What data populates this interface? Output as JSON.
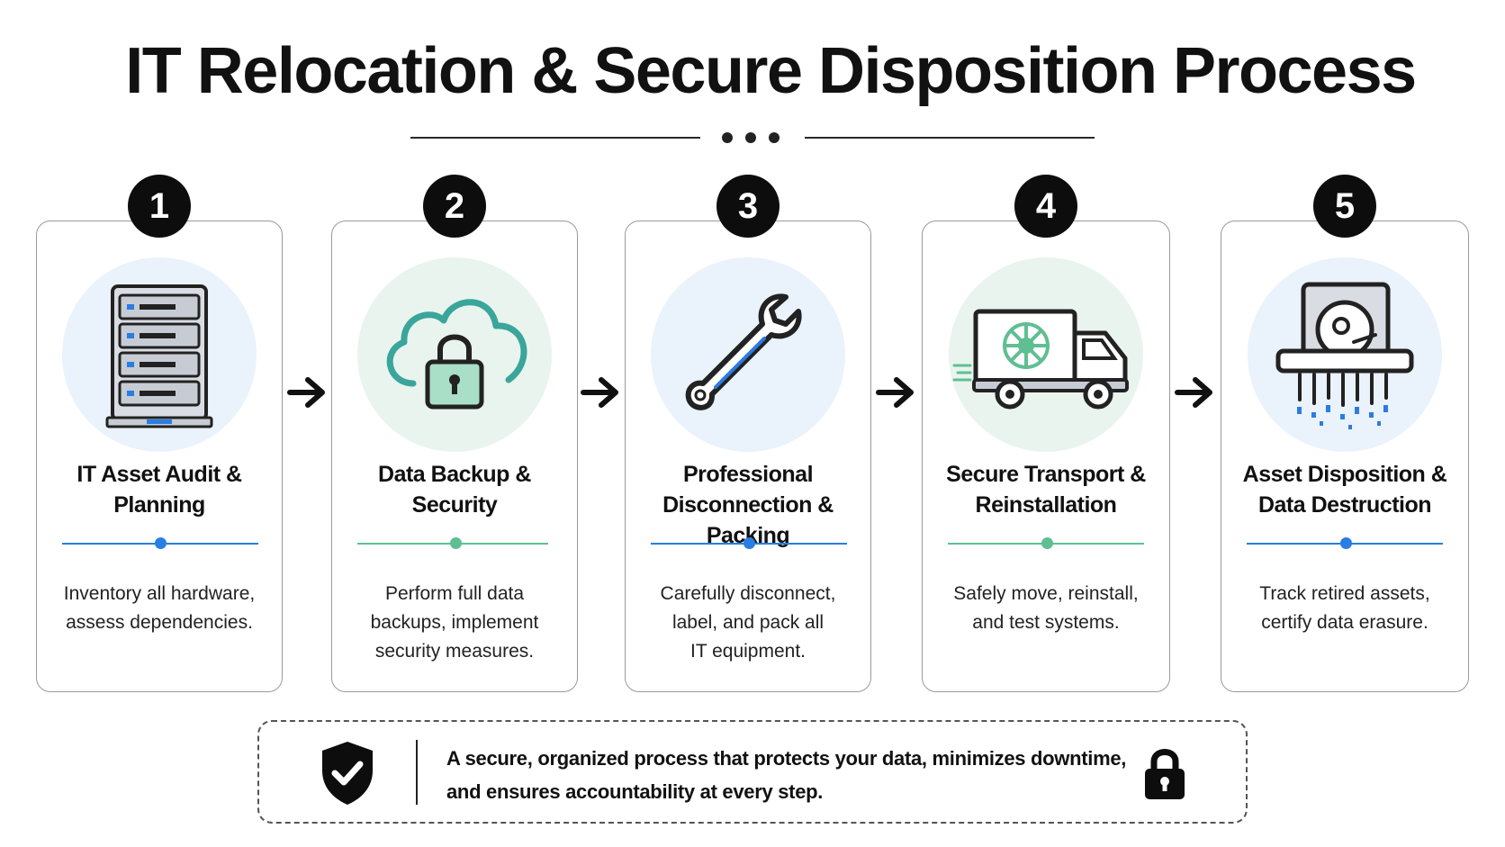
{
  "title": "IT Relocation & Secure Disposition Process",
  "colors": {
    "blue_accent": "#2a7de1",
    "green_accent": "#5fbf92",
    "badge": "#0d0d0d",
    "icon_bg_blue": "#eaf2fb",
    "icon_bg_green": "#e9f4ee"
  },
  "steps": [
    {
      "number": "1",
      "icon": "server-rack-icon",
      "title_line1": "IT Asset Audit &",
      "title_line2": "Planning",
      "desc_lines": [
        "Inventory all hardware,",
        "assess dependencies."
      ]
    },
    {
      "number": "2",
      "icon": "cloud-lock-icon",
      "title_line1": "Data Backup &",
      "title_line2": "Security",
      "desc_lines": [
        "Perform full data",
        "backups, implement",
        "security measures."
      ]
    },
    {
      "number": "3",
      "icon": "wrench-icon",
      "title_line1": "Professional",
      "title_line2": "Disconnection & Packing",
      "desc_lines": [
        "Carefully disconnect,",
        "label, and pack all",
        "IT equipment."
      ]
    },
    {
      "number": "4",
      "icon": "delivery-truck-icon",
      "title_line1": "Secure Transport &",
      "title_line2": "Reinstallation",
      "desc_lines": [
        "Safely move, reinstall,",
        "and test systems."
      ]
    },
    {
      "number": "5",
      "icon": "hard-drive-shredder-icon",
      "title_line1": "Asset Disposition &",
      "title_line2": "Data Destruction",
      "desc_lines": [
        "Track retired assets,",
        "certify data erasure."
      ]
    }
  ],
  "footer": {
    "line1": "A secure, organized process that protects your data, minimizes downtime,",
    "line2": "and ensures accountability at every step.",
    "left_icon": "shield-check-icon",
    "right_icon": "padlock-icon"
  }
}
